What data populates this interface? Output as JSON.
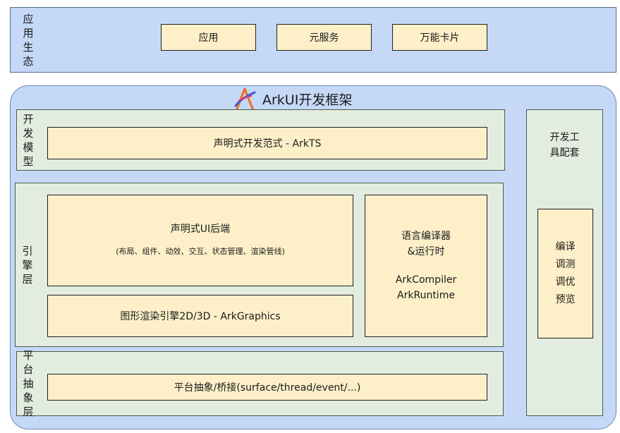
{
  "ecosystem": {
    "label": "应用生态",
    "items": [
      "应用",
      "元服务",
      "万能卡片"
    ]
  },
  "framework": {
    "title": "ArkUI开发框架",
    "dev_model": {
      "label": "开发模型",
      "box": "声明式开发范式 - ArkTS"
    },
    "engine": {
      "label": "引擎层",
      "backend_title": "声明式UI后端",
      "backend_sub": "(布局、组件、动效、交互、状态管理、渲染管线)",
      "graphics": "图形渲染引擎2D/3D - ArkGraphics",
      "compiler_line1": "语言编译器",
      "compiler_line2": "&运行时",
      "compiler_line3": "ArkCompiler",
      "compiler_line4": "ArkRuntime"
    },
    "platform": {
      "label": "平台抽象层",
      "box": "平台抽象/桥接(surface/thread/event/...)"
    },
    "tools": {
      "title_line1": "开发工",
      "title_line2": "具配套",
      "items": [
        "编译",
        "调测",
        "调优",
        "预览"
      ]
    }
  },
  "colors": {
    "blue_bg": "#c5d9f7",
    "green_panel": "#e2ede0",
    "yellow_box": "#fdf0c9"
  }
}
